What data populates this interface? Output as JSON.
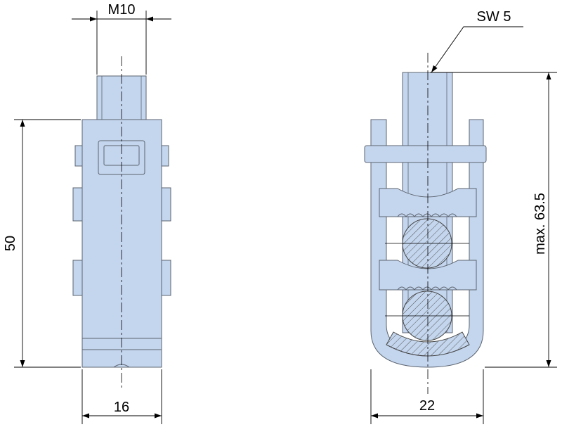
{
  "colors": {
    "part_fill": "#c4d6ee",
    "part_stroke": "#5c6470",
    "dim_line": "#000000",
    "background": "#ffffff"
  },
  "labels": {
    "thread": "M10",
    "wrench": "SW 5",
    "height": "50",
    "width_front": "16",
    "width_side": "22",
    "max_height": "max. 63.5"
  }
}
